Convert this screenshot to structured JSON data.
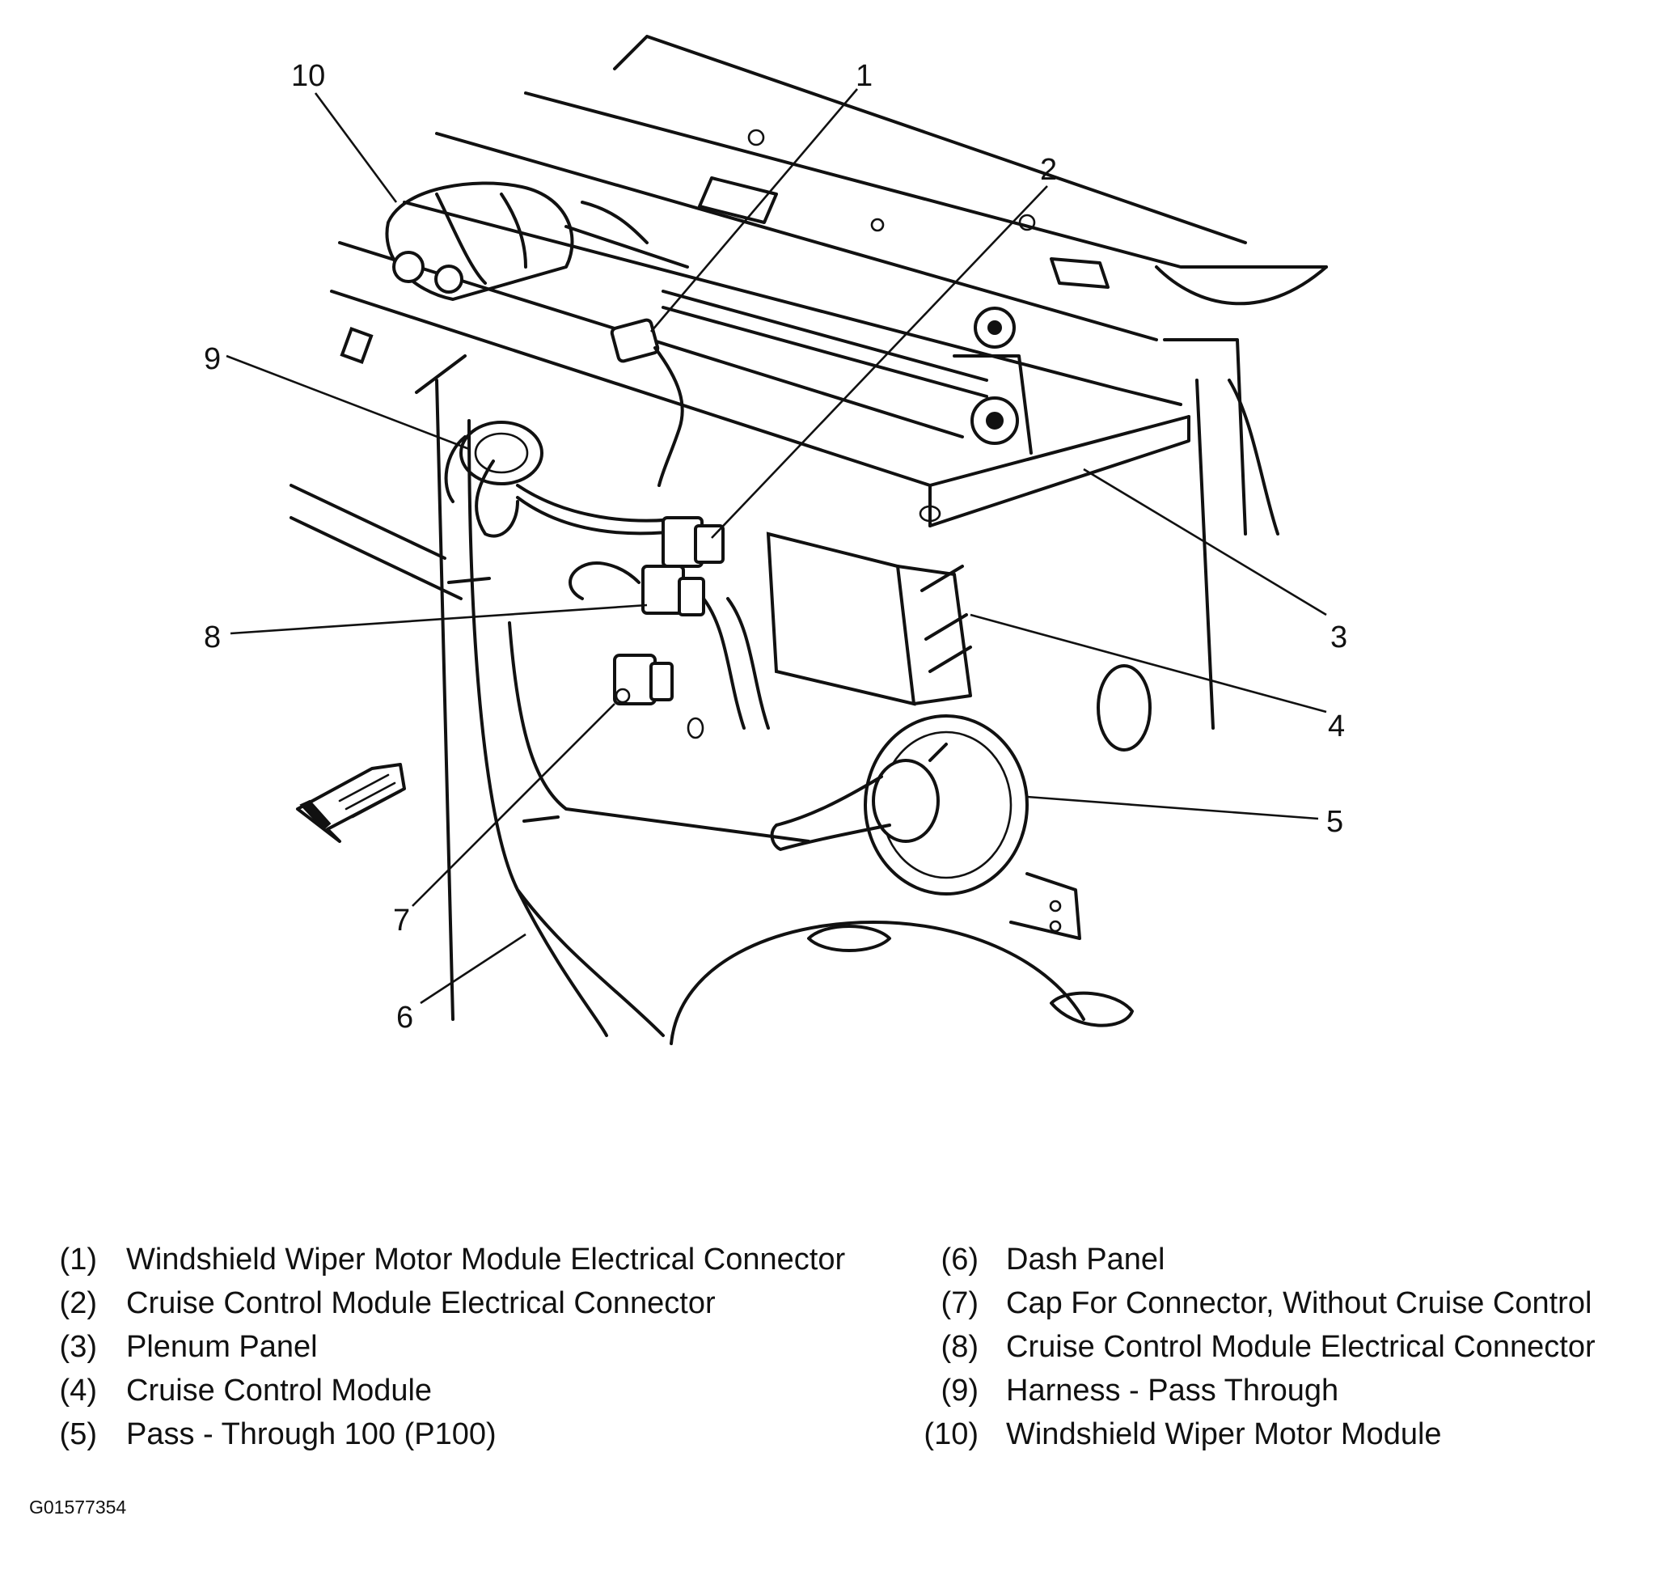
{
  "callouts": [
    "1",
    "2",
    "3",
    "4",
    "5",
    "6",
    "7",
    "8",
    "9",
    "10"
  ],
  "legend": {
    "left": [
      {
        "num": "(1)",
        "text": "Windshield Wiper Motor Module Electrical Connector"
      },
      {
        "num": "(2)",
        "text": "Cruise Control Module Electrical Connector"
      },
      {
        "num": "(3)",
        "text": "Plenum Panel"
      },
      {
        "num": "(4)",
        "text": "Cruise Control Module"
      },
      {
        "num": "(5)",
        "text": "Pass - Through 100 (P100)"
      }
    ],
    "right": [
      {
        "num": "(6)",
        "text": "Dash Panel"
      },
      {
        "num": "(7)",
        "text": "Cap For Connector, Without Cruise Control"
      },
      {
        "num": "(8)",
        "text": "Cruise Control Module Electrical Connector"
      },
      {
        "num": "(9)",
        "text": "Harness - Pass Through"
      },
      {
        "num": "(10)",
        "text": "Windshield Wiper Motor Module"
      }
    ]
  },
  "figure_id": "G01577354"
}
